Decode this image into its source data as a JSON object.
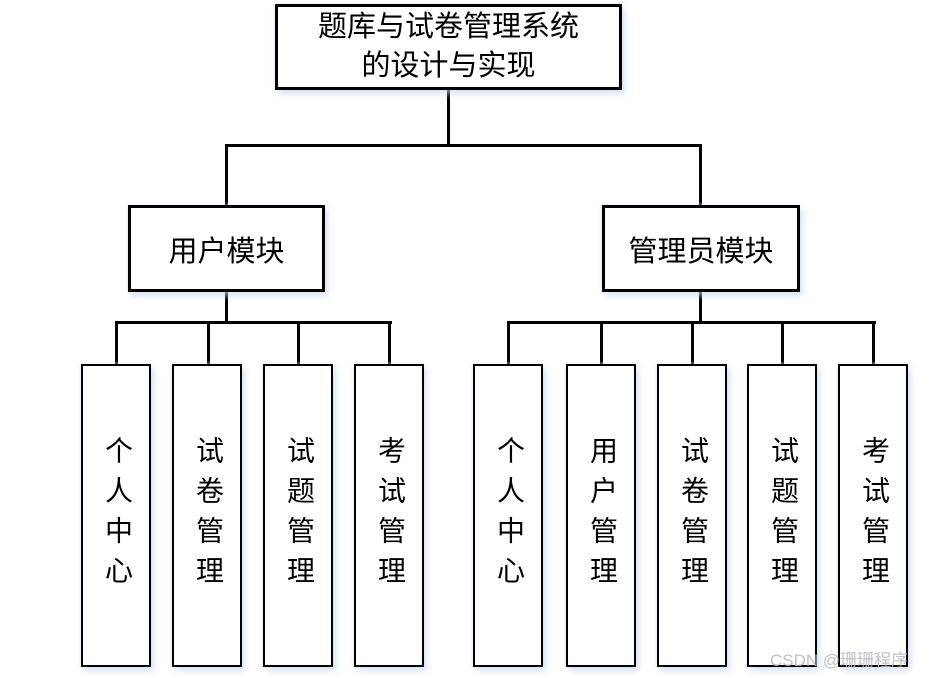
{
  "root": {
    "label": "题库与试卷管理系统\n的设计与实现"
  },
  "modules": [
    {
      "label": "用户模块",
      "children": [
        {
          "label": "个人中心"
        },
        {
          "label": "试卷管理"
        },
        {
          "label": "试题管理"
        },
        {
          "label": "考试管理"
        }
      ]
    },
    {
      "label": "管理员模块",
      "children": [
        {
          "label": "个人中心"
        },
        {
          "label": "用户管理"
        },
        {
          "label": "试卷管理"
        },
        {
          "label": "试题管理"
        },
        {
          "label": "考试管理"
        }
      ]
    }
  ],
  "watermark": {
    "text": "CSDN @珊珊程序"
  },
  "colors": {
    "line": "#000000",
    "box_fill": "#ffffff",
    "box_border": "#000000",
    "shadow_tint": "#c7d5ec",
    "watermark_text": "#b1b6c0"
  }
}
